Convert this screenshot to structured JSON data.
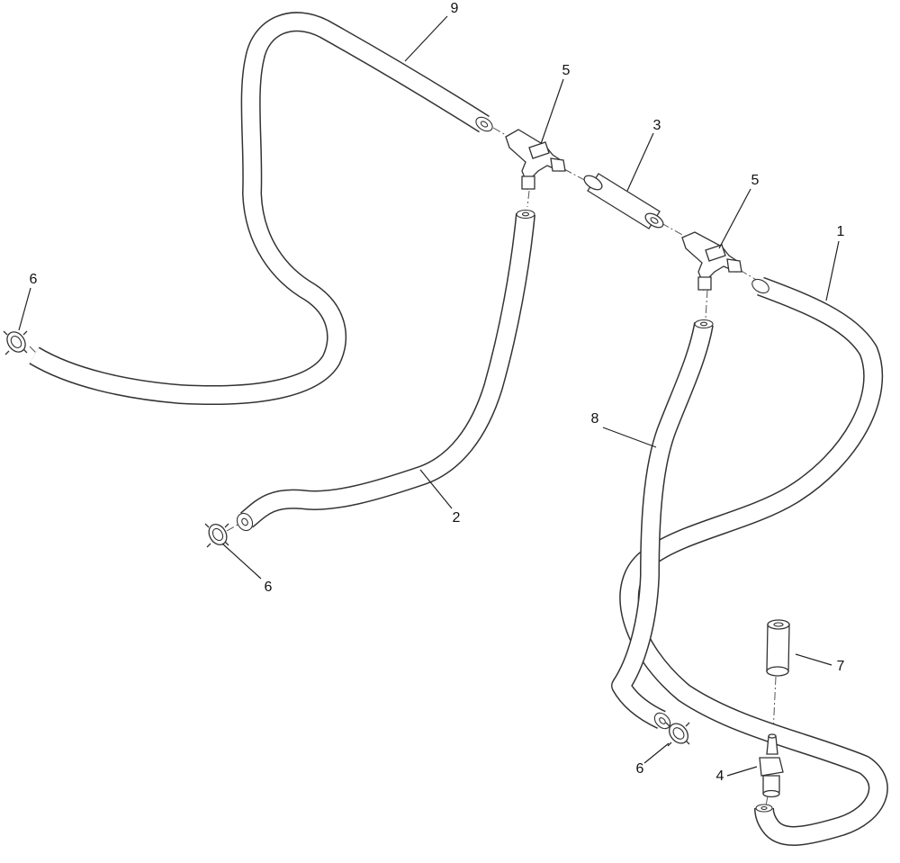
{
  "callouts": [
    {
      "id": "c9",
      "label": "9"
    },
    {
      "id": "c5a",
      "label": "5"
    },
    {
      "id": "c3",
      "label": "3"
    },
    {
      "id": "c5b",
      "label": "5"
    },
    {
      "id": "c1",
      "label": "1"
    },
    {
      "id": "c6a",
      "label": "6"
    },
    {
      "id": "c8",
      "label": "8"
    },
    {
      "id": "c2",
      "label": "2"
    },
    {
      "id": "c6b",
      "label": "6"
    },
    {
      "id": "c7",
      "label": "7"
    },
    {
      "id": "c6c",
      "label": "6"
    },
    {
      "id": "c4",
      "label": "4"
    }
  ]
}
